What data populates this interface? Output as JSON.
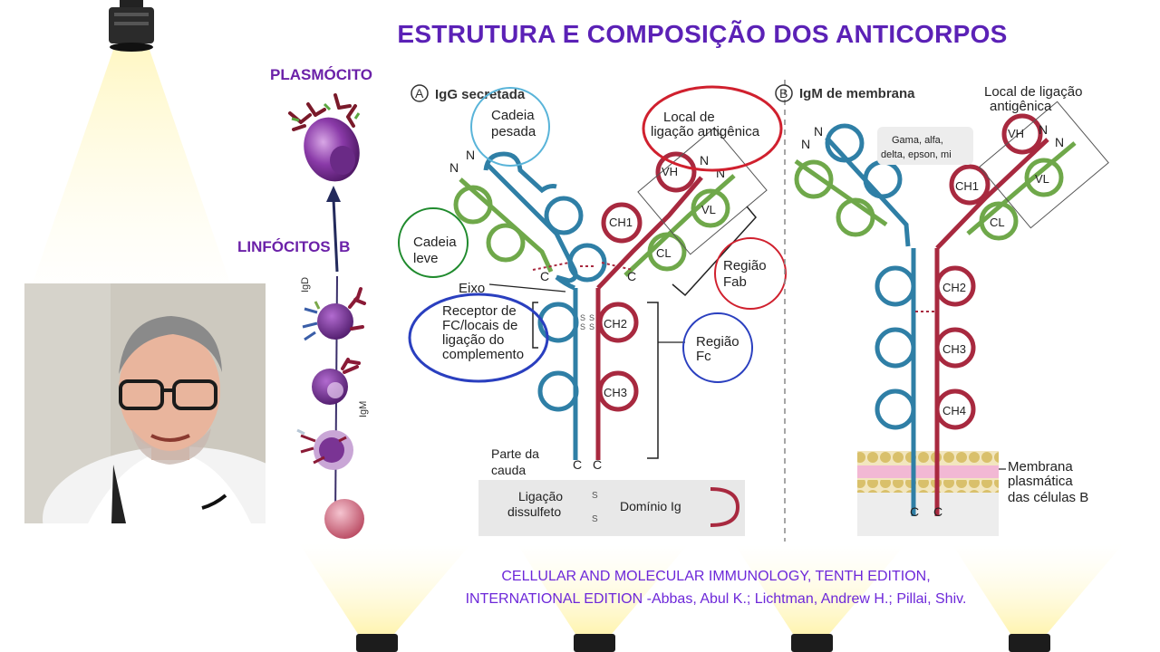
{
  "title": "ESTRUTURA E COMPOSIÇÃO DOS ANTICORPOS",
  "left_panel": {
    "plasmocito": "PLASMÓCITO",
    "linfocitos": "LINFÓCITOS  B",
    "igd": "IgD",
    "igm": "IgM"
  },
  "panel_a": {
    "letter": "A",
    "title": "IgG secretada",
    "cadeia_pesada": [
      "Cadeia",
      "pesada"
    ],
    "local_ligacao": [
      "Local de",
      "ligação antigênica"
    ],
    "cadeia_leve": [
      "Cadeia",
      "leve"
    ],
    "regiao_fab": [
      "Região",
      "Fab"
    ],
    "eixo": "Eixo",
    "receptor": [
      "Receptor de",
      "FC/locais de",
      "ligação do",
      "complemento"
    ],
    "regiao_fc": [
      "Região",
      "Fc"
    ],
    "parte_cauda": [
      "Parte da",
      "cauda"
    ],
    "n": "N",
    "c": "C",
    "vh": "VH",
    "vl": "VL",
    "ch1": "CH1",
    "ch2": "CH2",
    "ch3": "CH3",
    "cl": "CL",
    "ss": "S",
    "legend_ligacao": [
      "Ligação",
      "dissulfeto"
    ],
    "legend_dominio": "Domínio Ig"
  },
  "panel_b": {
    "letter": "B",
    "title": "IgM de membrana",
    "local_ligacao": [
      "Local de ligação",
      "antigênica"
    ],
    "classes": [
      "Gama, alfa,",
      "delta, epson, mi"
    ],
    "ch4": "CH4",
    "membrana": [
      "Membrana",
      "plasmática",
      "das células B"
    ]
  },
  "citation": [
    "CELLULAR AND MOLECULAR IMMUNOLOGY, TENTH EDITION,",
    "INTERNATIONAL EDITION -Abbas, Abul K.; Lichtman, Andrew H.; Pillai, Shiv."
  ],
  "colors": {
    "heavy_a": "#2f7fa6",
    "light": "#6fa84a",
    "heavy_b": "#a8293f",
    "title": "#5b21b6",
    "circle_red": "#d0202e",
    "circle_blue": "#2a3fbf",
    "circle_green": "#1f8a2d",
    "circle_cyan": "#59b4d9"
  }
}
